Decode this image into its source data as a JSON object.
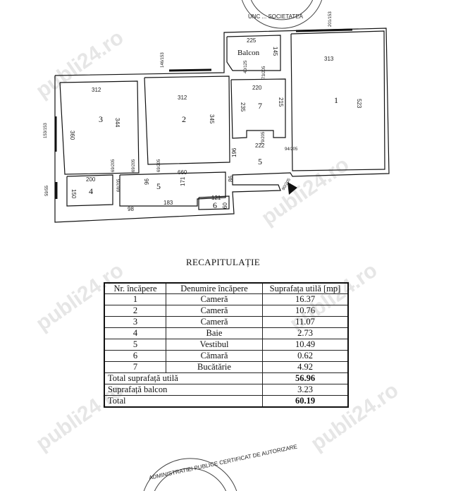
{
  "watermark": "publi24.ro",
  "stamp_top_text": "UNC ... SOCIETATEA",
  "stamp_bottom_text": "ADMINISTRATIEI PUBLICE CERTIFICAT DE AUTORIZARE",
  "plan": {
    "rooms": {
      "r1": "1",
      "r2": "2",
      "r3": "3",
      "r4": "4",
      "r5a": "5",
      "r5b": "5",
      "r6": "6",
      "r7": "7",
      "balcon": "Balcon"
    },
    "dims": {
      "d312a": "312",
      "d312b": "312",
      "d313": "313",
      "d360": "360",
      "d344": "344",
      "d345": "345",
      "d523": "523",
      "d225": "225",
      "d145": "145",
      "d220": "220",
      "d235": "235",
      "d215": "215",
      "d222": "222",
      "d196": "196",
      "d86": "86",
      "d660": "660",
      "d200": "200",
      "d150": "150",
      "d98": "98",
      "d183": "183",
      "d171": "171",
      "d121": "121",
      "d96": "96",
      "w146": "146/153",
      "w153": "153/153",
      "w59": "59/55",
      "w201": "201/153",
      "w40": "40/125",
      "w73": "73/205",
      "w69a": "69/205",
      "w69b": "69/205",
      "w69c": "69/205",
      "w79": "79/205",
      "w94": "94/205",
      "w68": "68/205",
      "w90": "90/205",
      "w60": "60"
    }
  },
  "summary": {
    "title": "RECAPITULAȚIE",
    "headers": [
      "Nr. încăpere",
      "Denumire încăpere",
      "Suprafața utilă [mp]"
    ],
    "rows": [
      {
        "nr": "1",
        "name": "Cameră",
        "area": "16.37"
      },
      {
        "nr": "2",
        "name": "Cameră",
        "area": "10.76"
      },
      {
        "nr": "3",
        "name": "Cameră",
        "area": "11.07"
      },
      {
        "nr": "4",
        "name": "Baie",
        "area": "2.73"
      },
      {
        "nr": "5",
        "name": "Vestibul",
        "area": "10.49"
      },
      {
        "nr": "6",
        "name": "Cămară",
        "area": "0.62"
      },
      {
        "nr": "7",
        "name": "Bucătărie",
        "area": "4.92"
      }
    ],
    "total_util_label": "Total suprafață utilă",
    "total_util": "56.96",
    "balcon_label": "Suprafață balcon",
    "balcon": "3.23",
    "total_label": "Total",
    "total": "60.19"
  }
}
